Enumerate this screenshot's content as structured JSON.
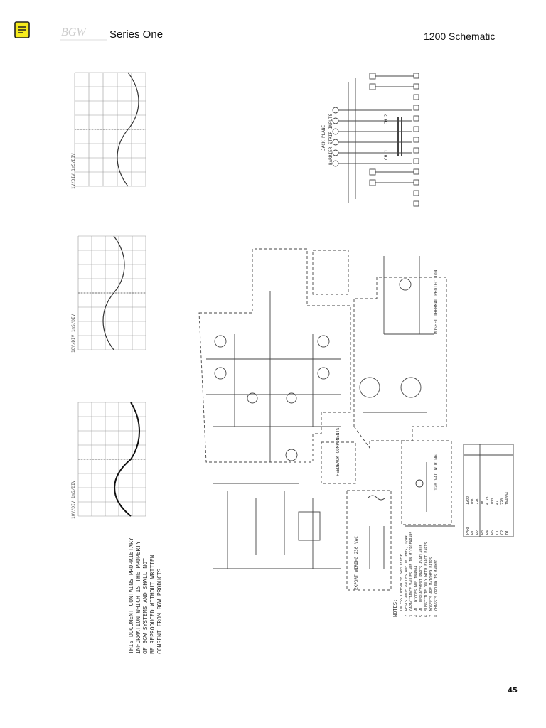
{
  "header": {
    "series_title": "Series One",
    "schematic_title": "1200 Schematic"
  },
  "footer": {
    "page_number": "45"
  },
  "scopes": [
    {
      "label": "1V/DIV 1mS/DIV"
    },
    {
      "label": "10V/DIV 1mS/DIV"
    },
    {
      "label": "10V/DIV 1mS/DIV"
    }
  ],
  "diagram_labels": {
    "jack_plane": "JACK PLANE",
    "barrier_strip": "BARRIER STRIP INPUTS",
    "ch1": "CH 1",
    "ch2": "CH 2",
    "feedback": "FEEDBACK COMPONENTS",
    "thermal": "MOSFET THERMAL PROTECTION",
    "export_wiring": "EXPORT WIRING 230 VAC",
    "us_wiring": "120 VAC WIRING",
    "notes_title": "NOTES:"
  },
  "notes": [
    "1. UNLESS OTHERWISE SPECIFIED:",
    "2. RESISTANCE VALUES ARE IN OHMS, 1/4W",
    "3. CAPACITANCE VALUES ARE IN MICROFARADS",
    "4. ALL DIODES ARE 1N4004",
    "5. ALL REPLACEMENT PARTS AVAILABLE",
    "6. SUBSTITUTE ONLY WITH EXACT PARTS",
    "7. MOSFETS ARE MATCHED PAIRS",
    "8. CHASSIS GROUND IS MARKED"
  ],
  "proprietary_text": [
    "THIS DOCUMENT CONTAINS PROPRIETARY",
    "INFORMATION WHICH IS THE PROPERTY",
    "OF BGW SYSTEMS AND SHALL NOT",
    "BE REPRODUCED WITHOUT WRITTEN",
    "CONSENT FROM BGW PRODUCTS"
  ],
  "parts_table": {
    "headers": [
      "PART",
      "1200"
    ],
    "rows": [
      [
        "R1",
        "10K"
      ],
      [
        "R2",
        "22K"
      ],
      [
        "R3",
        "1K"
      ],
      [
        "R4",
        "4.7K"
      ],
      [
        "R5",
        "100"
      ],
      [
        "C1",
        "47"
      ],
      [
        "C2",
        "220"
      ],
      [
        "D1",
        "1N4004"
      ]
    ]
  }
}
